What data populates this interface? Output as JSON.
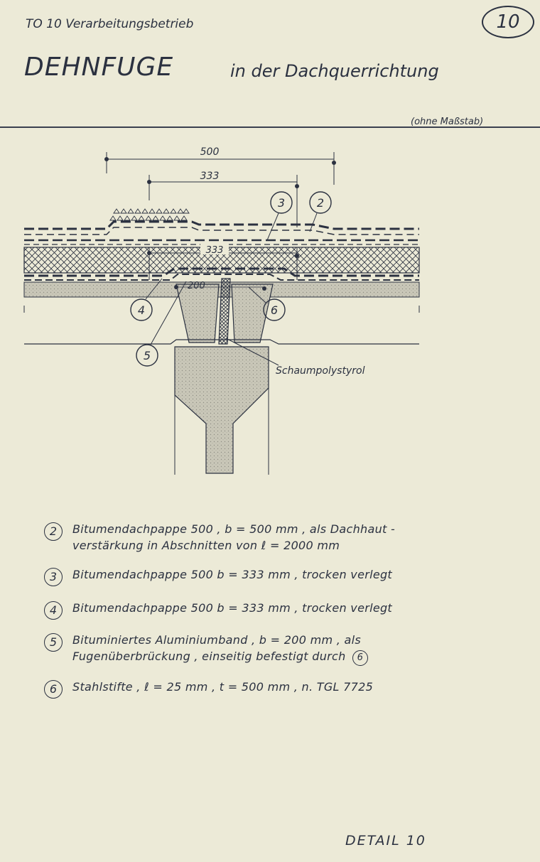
{
  "header": {
    "project": "TO 10  Verarbeitungsbetrieb",
    "title": "DEHNFUGE",
    "subtitle": "in der Dachquerrichtung",
    "sheet_number": "10",
    "scale_note": "(ohne Maßstab)"
  },
  "drawing": {
    "dim_top": "500",
    "dim_second": "333",
    "dim_insulation": "333",
    "dim_band": "200",
    "callouts": [
      "2",
      "3",
      "4",
      "5",
      "6"
    ],
    "material_label": "Schaumpolystyrol"
  },
  "legend": [
    {
      "num": "2",
      "line1": "Bitumendachpappe 500 ,  b = 500 mm ,  als  Dachhaut -",
      "line2": "verstärkung in Abschnitten von  ℓ = 2000 mm"
    },
    {
      "num": "3",
      "line1": "Bitumendachpappe  500   b =  333 mm ,  trocken verlegt",
      "line2": ""
    },
    {
      "num": "4",
      "line1": "Bitumendachpappe  500   b  =  333 mm ,  trocken verlegt",
      "line2": ""
    },
    {
      "num": "5",
      "line1": "Bituminiertes  Aluminiumband ,  b = 200 mm ,  als",
      "line2": "Fugenüberbrückung ,  einseitig  befestigt  durch",
      "ref": "6"
    },
    {
      "num": "6",
      "line1": "Stahlstifte ,  ℓ = 25 mm ,  t = 500 mm ,  n. TGL 7725",
      "line2": ""
    }
  ],
  "footer": {
    "detail": "DETAIL   10"
  },
  "colors": {
    "paper": "#ecead7",
    "ink": "#2b3140"
  }
}
